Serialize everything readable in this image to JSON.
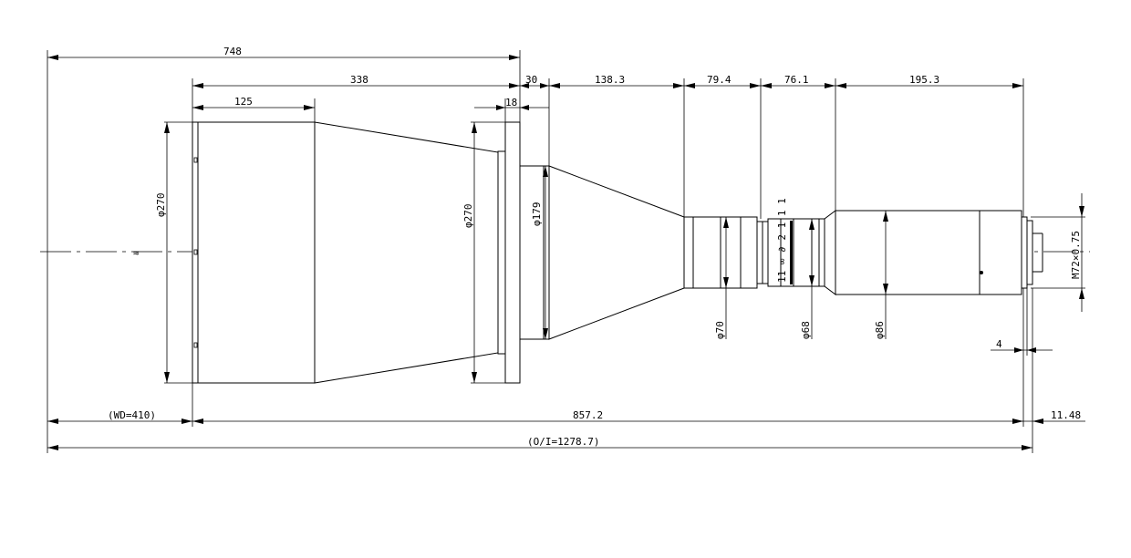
{
  "drawing": {
    "top_dimensions": [
      {
        "id": "d748",
        "label": "748"
      },
      {
        "id": "d338",
        "label": "338"
      },
      {
        "id": "d125",
        "label": "125"
      },
      {
        "id": "d30",
        "label": "30"
      },
      {
        "id": "d18",
        "label": "18"
      },
      {
        "id": "d138",
        "label": "138.3"
      },
      {
        "id": "d79",
        "label": "79.4"
      },
      {
        "id": "d76",
        "label": "76.1"
      },
      {
        "id": "d195",
        "label": "195.3"
      }
    ],
    "bottom_dimensions": [
      {
        "id": "wd",
        "label": "(WD=410)"
      },
      {
        "id": "len",
        "label": "857.2"
      },
      {
        "id": "back",
        "label": "11.48"
      },
      {
        "id": "oi",
        "label": "(O/I=1278.7)"
      },
      {
        "id": "d4",
        "label": "4"
      }
    ],
    "diameters": [
      {
        "id": "phi270a",
        "label": "φ270"
      },
      {
        "id": "phi270b",
        "label": "φ270"
      },
      {
        "id": "phi179",
        "label": "φ179"
      },
      {
        "id": "phi70",
        "label": "φ70"
      },
      {
        "id": "phi68",
        "label": "φ68"
      },
      {
        "id": "phi86",
        "label": "φ86"
      }
    ],
    "thread_label": "M72×0.75",
    "break_symbol": "≈",
    "scale_marks": "11 ∞ ∂ 2 1 1 1"
  }
}
